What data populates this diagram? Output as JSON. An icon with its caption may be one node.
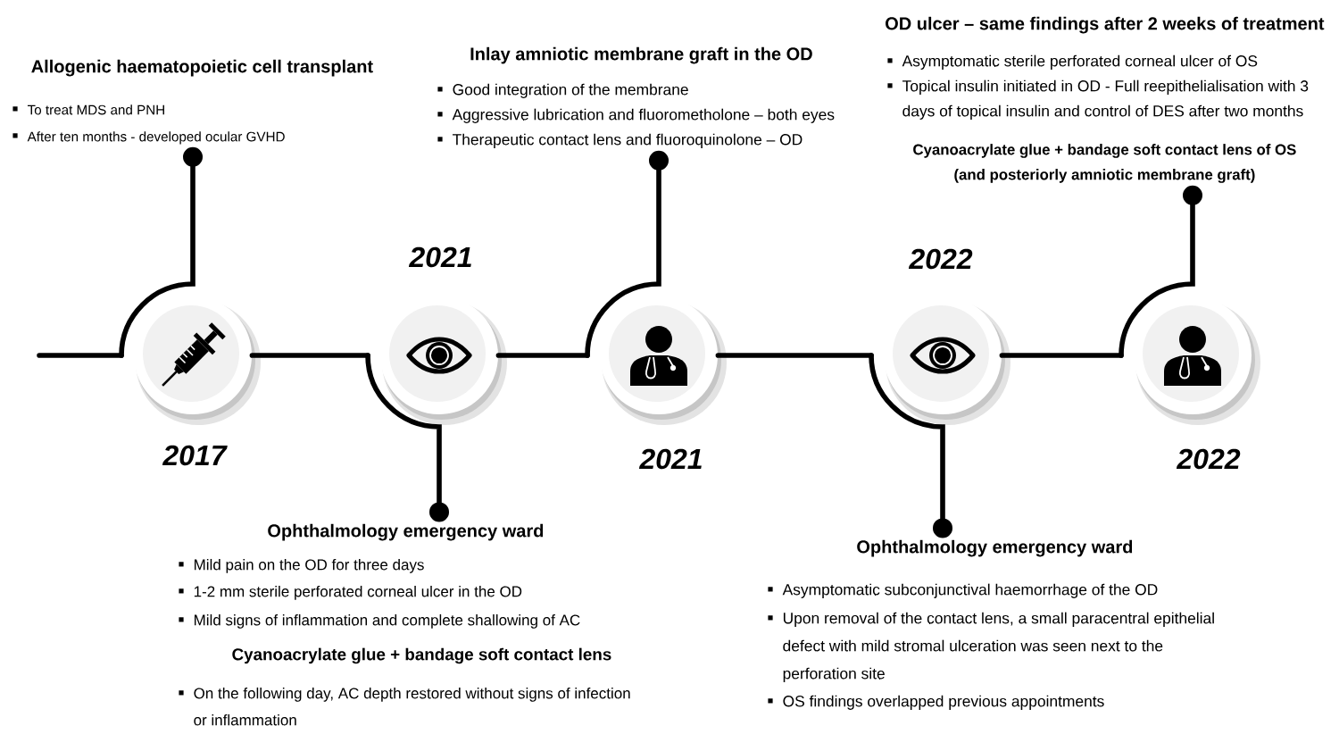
{
  "diagram": {
    "nodes": [
      {
        "text": [
          "Allogenic haematopoietic cell transplant",
          "To treat MDS and PNH",
          "After ten months - developed ocular GVHD"
        ]
      },
      {
        "text": [
          "Inlay amniotic membrane graft in the OD",
          "Good integration of the membrane",
          "Aggressive lubrication and fluorometholone – both eyes",
          "Therapeutic contact lens and fluoroquinolone – OD"
        ]
      },
      {
        "text": [
          "OD ulcer – same findings after 2 weeks of treatment",
          "Asymptomatic sterile perforated corneal ulcer of OS",
          "Topical insulin initiated in OD - Full reepithelialisation with 3 days of topical insulin and control of DES after two months",
          "Cyanoacrylate glue + bandage soft contact lens of OS (and posteriorly amniotic membrane graft)"
        ]
      },
      {
        "text": [],
        "shape": "circle",
        "beside": [
          "2017"
        ]
      },
      {
        "text": [],
        "shape": "circle",
        "beside": [
          "2021"
        ]
      },
      {
        "text": [],
        "shape": "circle",
        "beside": [
          "2021"
        ]
      },
      {
        "text": [],
        "shape": "circle",
        "beside": [
          "2022"
        ]
      },
      {
        "text": [],
        "shape": "circle",
        "beside": [
          "2022"
        ]
      },
      {
        "text": [
          "Ophthalmology emergency ward",
          "Mild pain on the OD for three days",
          "1-2 mm sterile perforated corneal ulcer in the OD",
          "Mild signs of inflammation and complete shallowing of AC",
          "Cyanoacrylate glue + bandage soft contact lens",
          "On the following day, AC depth restored without signs of infection or inflammation"
        ]
      },
      {
        "text": [
          "Ophthalmology emergency ward",
          "Asymptomatic subconjunctival haemorrhage of the OD",
          "Upon removal of the contact lens, a small paracentral epithelial defect with mild stromal ulceration was seen next to the perforation site",
          "OS findings overlapped previous appointments"
        ]
      }
    ],
    "edges": [
      {
        "from": null,
        "to": 3,
        "arrow": "none"
      },
      {
        "from": 3,
        "to": 0,
        "arrow": "other"
      },
      {
        "from": 3,
        "to": 4,
        "arrow": "none"
      },
      {
        "from": 4,
        "to": 8,
        "arrow": "other"
      },
      {
        "from": 4,
        "to": 5,
        "arrow": "none"
      },
      {
        "from": 5,
        "to": 1,
        "arrow": "other"
      },
      {
        "from": 5,
        "to": 6,
        "arrow": "none"
      },
      {
        "from": 6,
        "to": 9,
        "arrow": "other"
      },
      {
        "from": 6,
        "to": 7,
        "arrow": "none"
      },
      {
        "from": 7,
        "to": 2,
        "arrow": "other"
      }
    ]
  }
}
